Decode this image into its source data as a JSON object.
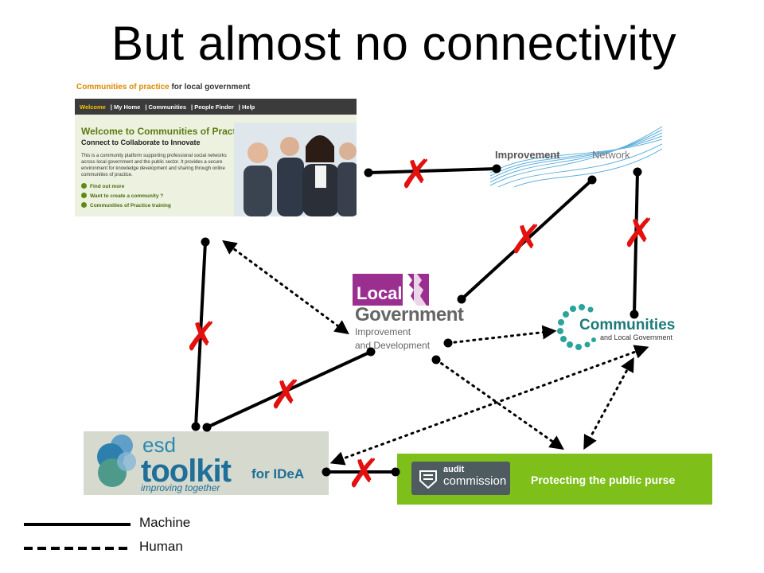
{
  "title": "But almost no connectivity",
  "nodes": {
    "cop": {
      "brand": "Communities of practice",
      "brand_suffix": " for local government",
      "nav": [
        "Welcome",
        "| My Home",
        "| Communities",
        "| People Finder",
        "| Help"
      ],
      "heading": "Welcome to Communities of Practice",
      "subheading": "Connect to Collaborate to Innovate",
      "description": "This is a community platform supporting professional social networks across local government and the public sector. It provides a secure environment for knowledge development and sharing through online communities of practice.",
      "links": [
        "Find out more",
        "Want to create a community ?",
        "Communities of Practice training"
      ]
    },
    "improvement_network": {
      "word1": "Improvement",
      "word2": "Network"
    },
    "lgid": {
      "local": "Local",
      "government": "Government",
      "improvement": "Improvement",
      "development": "and Development"
    },
    "clg": {
      "name": "Communities",
      "subtitle": "and Local Government"
    },
    "esd": {
      "small": "esd",
      "big": "toolkit",
      "for": "for IDeA",
      "tagline": "improving together"
    },
    "audit": {
      "badge_line1": "audit",
      "badge_line2": "commission",
      "tagline": "Protecting the public purse"
    }
  },
  "legend": {
    "machine": "Machine",
    "human": "Human"
  },
  "broken_mark": "✗",
  "colors": {
    "broken": "#e31010",
    "lgid_purple": "#9b2f8f",
    "audit_green": "#7fbf1a",
    "clg_teal": "#1d7a7a",
    "esd_blue": "#1e6f9a"
  }
}
